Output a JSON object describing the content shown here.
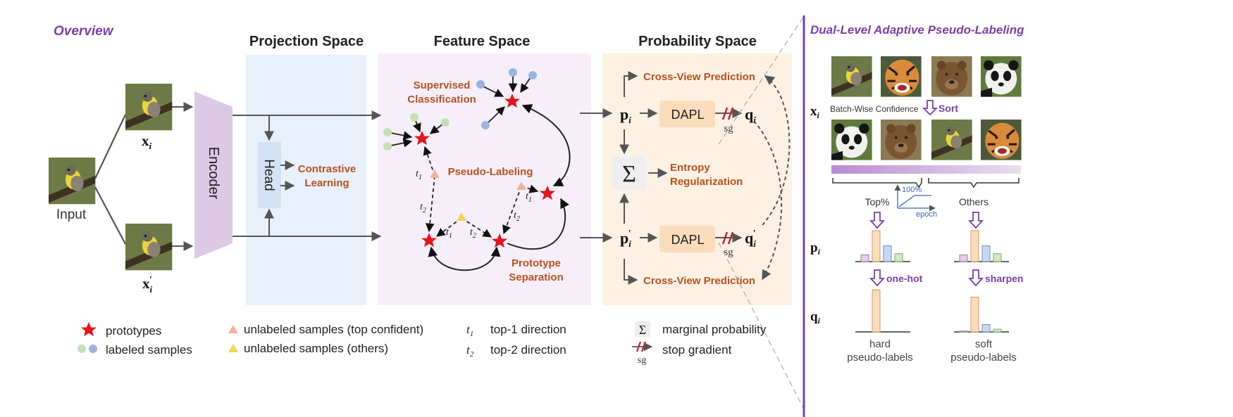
{
  "overview_label": "Overview",
  "input_label": "Input",
  "x_i": "x",
  "x_i_prime": "x",
  "encoder_label": "Encoder",
  "head_label": "Head",
  "spaces": {
    "projection": "Projection Space",
    "feature": "Feature Space",
    "probability": "Probability Space"
  },
  "contrastive": [
    "Contrastive",
    "Learning"
  ],
  "supervised": [
    "Supervised",
    "Classification"
  ],
  "pseudo_labeling": "Pseudo-Labeling",
  "prototype_sep": [
    "Prototype",
    "Separation"
  ],
  "cross_view": "Cross-View Prediction",
  "dapl": "DAPL",
  "sg": "sg",
  "sigma": "Σ",
  "entropy": [
    "Entropy",
    "Regularization"
  ],
  "p_i": "p",
  "p_i_prime": "p",
  "q_i": "q",
  "q_i_prime": "q",
  "t1": "t",
  "t2": "t",
  "right_panel": {
    "title": "Dual-Level Adaptive Pseudo-Labeling",
    "batch_conf": "Batch-Wise Confidence",
    "sort": "Sort",
    "top_pct": "Top%",
    "others": "Others",
    "pct100": "100%",
    "epoch": "epoch",
    "one_hot": "one-hot",
    "sharpen": "sharpen",
    "hard": [
      "hard",
      "pseudo-labels"
    ],
    "soft": [
      "soft",
      "pseudo-labels"
    ],
    "row_x": "x",
    "row_p": "p",
    "row_q": "q"
  },
  "legend": {
    "prototypes": "prototypes",
    "labeled": "labeled samples",
    "unl_top": "unlabeled samples (top confident)",
    "unl_others": "unlabeled samples (others)",
    "top1": "top-1 direction",
    "top2": "top-2 direction",
    "marginal": "marginal probability",
    "stop_grad": "stop gradient"
  },
  "colors": {
    "projection_bg": "#e8f0fb",
    "feature_bg": "#f6effa",
    "probability_bg": "#fdf1e4",
    "encoder": "#dcc9e6",
    "head": "#d3e3f7",
    "dapl": "#fbdcbc",
    "star": "#e8131b",
    "green": "#c3e2b2",
    "blue": "#9cb5e0",
    "tri_orange": "#f2b496",
    "tri_yellow": "#f5d35a",
    "purple": "#7b3fa6",
    "orange_text": "#b8521e"
  },
  "icons": {
    "bird": "bird-thumbnail",
    "tiger": "tiger-thumbnail",
    "bear": "bear-thumbnail",
    "panda": "panda-thumbnail"
  },
  "bars": {
    "hard_p": [
      0.12,
      0.55,
      0.28,
      0.14
    ],
    "soft_p": [
      0.12,
      0.55,
      0.28,
      0.14
    ],
    "hard_q": [
      0,
      1,
      0,
      0
    ],
    "soft_q": [
      0.02,
      0.75,
      0.16,
      0.06
    ]
  }
}
